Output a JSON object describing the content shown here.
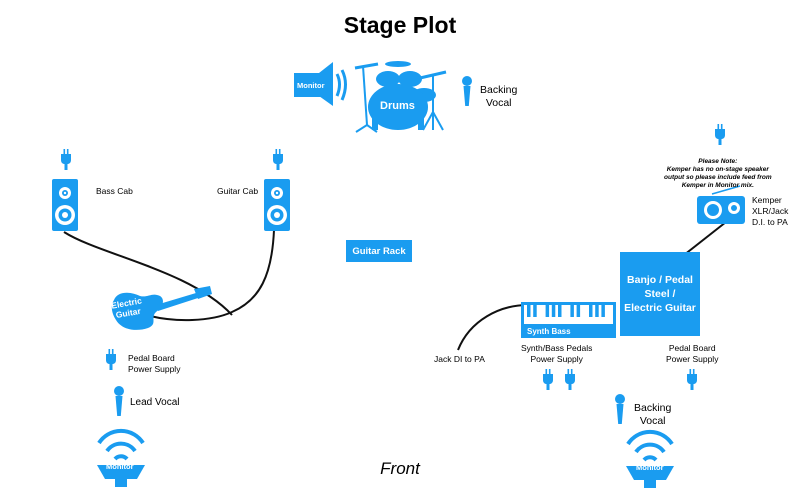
{
  "title": "Stage Plot",
  "front_label": "Front",
  "labels": {
    "monitor_top": "Monitor",
    "drums": "Drums",
    "backing_vocal_top": "Backing\nVocal",
    "bass_cab": "Bass Cab",
    "guitar_cab": "Guitar Cab",
    "guitar_rack": "Guitar Rack",
    "electric_guitar": "Electric\nGuitar",
    "pedal_board_left": "Pedal Board\nPower Supply",
    "lead_vocal": "Lead Vocal",
    "monitor_left": "Monitor",
    "note": "Please Note:\nKemper has no on-stage speaker\noutput so please include feed from\nKemper in Monitor mix.",
    "kemper": "Kemper\nXLR/Jack\nD.I. to PA",
    "banjo": "Banjo / Pedal\nSteel /\nElectric Guitar",
    "synth_bass": "Synth Bass",
    "jack_di": "Jack DI to PA",
    "synth_pedals_power": "Synth/Bass Pedals\nPower Supply",
    "pedal_board_right": "Pedal Board\nPower Supply",
    "backing_vocal_bottom": "Backing\nVocal",
    "monitor_right": "Monitor"
  },
  "colors": {
    "accent": "#1a9cf0",
    "line": "#111111",
    "text": "#000000"
  },
  "icons": [
    "speaker-cab-icon",
    "power-plug-icon",
    "microphone-icon",
    "drum-kit-icon",
    "wedge-monitor-icon",
    "keyboard-icon",
    "electric-guitar-icon",
    "radio-amp-icon"
  ]
}
